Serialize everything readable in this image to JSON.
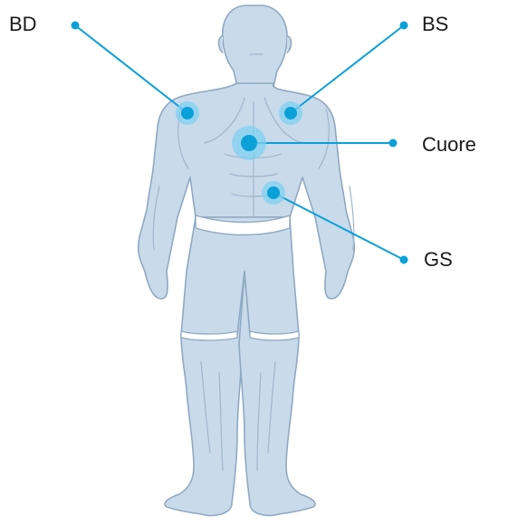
{
  "labels": {
    "bd": "BD",
    "bs": "BS",
    "cuore": "Cuore",
    "gs": "GS"
  },
  "colors": {
    "body_fill": "#c9daea",
    "body_stroke": "#8fa9c2",
    "muscle_line": "#9fb6cc",
    "band_fill": "#ffffff",
    "marker": "#0aa0d8",
    "marker_halo": "#7fd0f0",
    "leader_line": "#0aa0d8",
    "text": "#1a1a1a"
  },
  "icons": {
    "figure": "human-body-front-icon"
  }
}
